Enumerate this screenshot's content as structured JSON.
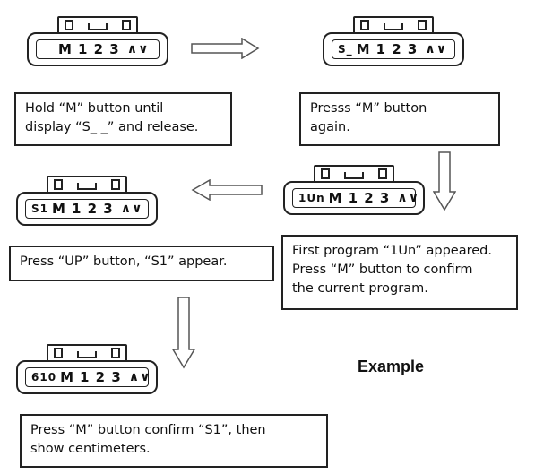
{
  "remotes": [
    {
      "prefix": "",
      "mkey": "M",
      "nums": "1 2 3",
      "arrows": "∧∨"
    },
    {
      "prefix": "S_",
      "mkey": "M",
      "nums": "1 2 3",
      "arrows": "∧∨"
    },
    {
      "prefix": "1Un",
      "mkey": "M",
      "nums": "1 2 3",
      "arrows": "∧∨"
    },
    {
      "prefix": "S1",
      "mkey": "M",
      "nums": "1 2 3",
      "arrows": "∧∨"
    },
    {
      "prefix": "610",
      "mkey": "M",
      "nums": "1 2 3",
      "arrows": "∧∨"
    }
  ],
  "notes": {
    "step1": [
      "Hold “M” button until",
      "display “S_ _” and release."
    ],
    "step2": [
      "Presss “M” button",
      "again."
    ],
    "step3": [
      "First program “1Un” appeared.",
      "Press “M” button to confirm",
      "the current program."
    ],
    "step4": [
      "Press “UP” button, “S1” appear."
    ],
    "step5": [
      "Press “M” button confirm “S1”, then",
      "show centimeters."
    ]
  },
  "example_label": "Example"
}
